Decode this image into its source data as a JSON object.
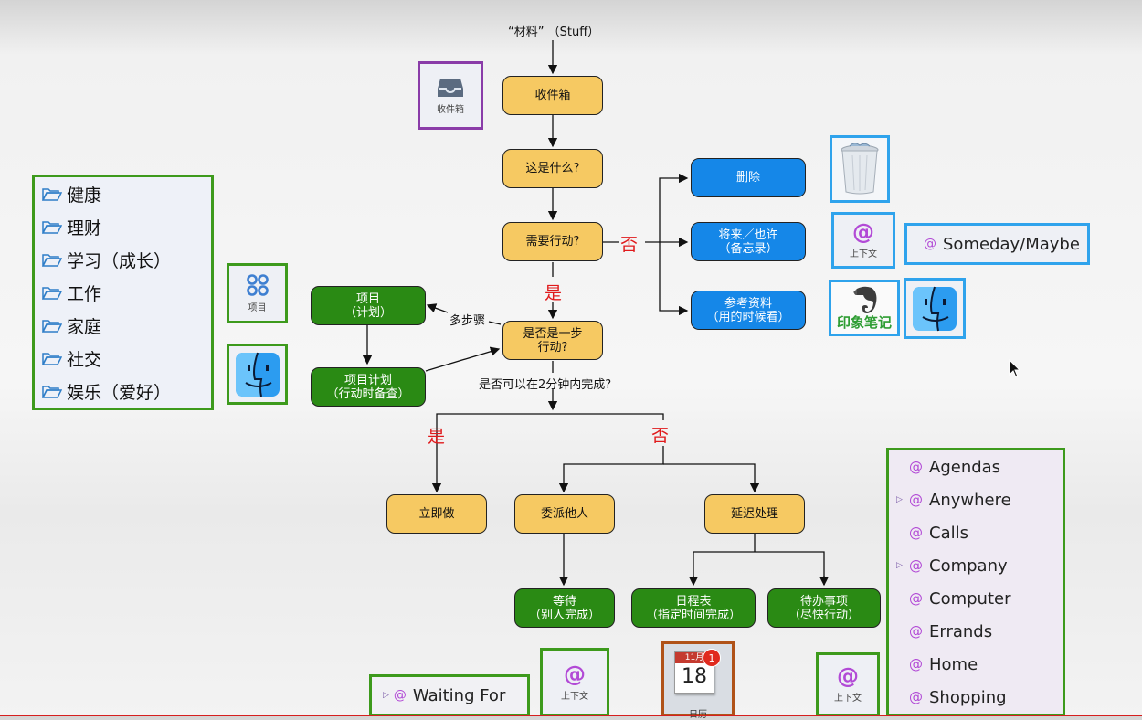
{
  "diagram": {
    "start": "“材料” （Stuff）",
    "inbox": "收件箱",
    "what_is_it": "这是什么?",
    "actionable": "需要行动?",
    "trash": "删除",
    "someday": "将来／也许\n（备忘录）",
    "reference": "参考资料\n（用的时候看）",
    "no": "否",
    "yes": "是",
    "single_step": "是否是一步\n行动?",
    "multi_step": "多步骤",
    "projects": "项目\n（计划）",
    "project_plans": "项目计划\n（行动时备查）",
    "two_minutes": "是否可以在2分钟内完成?",
    "do_it": "立即做",
    "delegate": "委派他人",
    "defer": "延迟处理",
    "waiting": "等待\n（别人完成）",
    "calendar": "日程表\n（指定时间完成）",
    "next_actions": "待办事项\n（尽快行动）"
  },
  "tiles": {
    "inbox_caption": "收件箱",
    "project_caption": "项目",
    "context_caption": "上下文",
    "context_caption_2": "上下文",
    "context_caption_3": "上下文",
    "evernote_caption": "印象笔记",
    "calendar_caption": "日历",
    "calendar_month": "11月",
    "calendar_day": "18",
    "calendar_badge": "1"
  },
  "folders": [
    "健康",
    "理财",
    "学习（成长）",
    "工作",
    "家庭",
    "社交",
    "娱乐（爱好）"
  ],
  "someday_context": "Someday/Maybe",
  "waiting_context": "Waiting For",
  "contexts": [
    {
      "name": "Agendas",
      "expandable": false
    },
    {
      "name": "Anywhere",
      "expandable": true
    },
    {
      "name": "Calls",
      "expandable": false
    },
    {
      "name": "Company",
      "expandable": true
    },
    {
      "name": "Computer",
      "expandable": false
    },
    {
      "name": "Errands",
      "expandable": false
    },
    {
      "name": "Home",
      "expandable": false
    },
    {
      "name": "Shopping",
      "expandable": false
    }
  ],
  "colors": {
    "yellow": "#f6c962",
    "blue": "#1587e8",
    "green": "#2a8a14",
    "frame_green": "#3d9a1c",
    "frame_blue": "#2fa3ec",
    "frame_purple": "#8a3ca8",
    "accent_red": "#e0191b"
  }
}
